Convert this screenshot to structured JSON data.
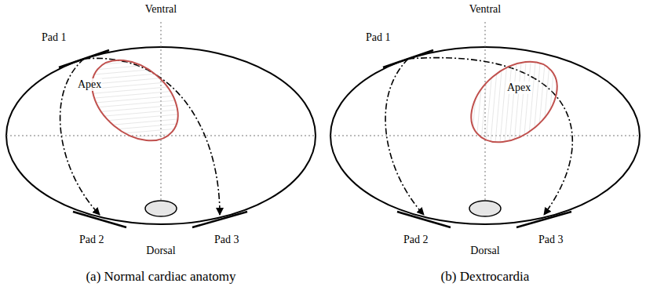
{
  "diagram": {
    "nodes": [
      {
        "text": [
          "Pad 1"
        ]
      },
      {
        "text": [
          "Apex"
        ]
      },
      {
        "text": [
          "Pad 2"
        ]
      },
      {
        "text": [
          "Pad 3"
        ]
      },
      {
        "text": [
          "Pad 1"
        ]
      },
      {
        "text": [
          "Apex"
        ]
      },
      {
        "text": [
          "Pad 2"
        ]
      },
      {
        "text": [
          "Pad 3"
        ]
      }
    ],
    "edges": [
      {
        "from": 0,
        "to": 2,
        "arrow": "to"
      },
      {
        "from": 0,
        "to": 3,
        "arrow": "to"
      },
      {
        "from": 4,
        "to": 6,
        "arrow": "to"
      },
      {
        "from": 4,
        "to": 7,
        "arrow": "to"
      }
    ],
    "labels": [
      "Ventral",
      "Dorsal",
      "(a) Normal cardiac anatomy",
      "Ventral",
      "Dorsal",
      "(b) Dextrocardia"
    ]
  }
}
